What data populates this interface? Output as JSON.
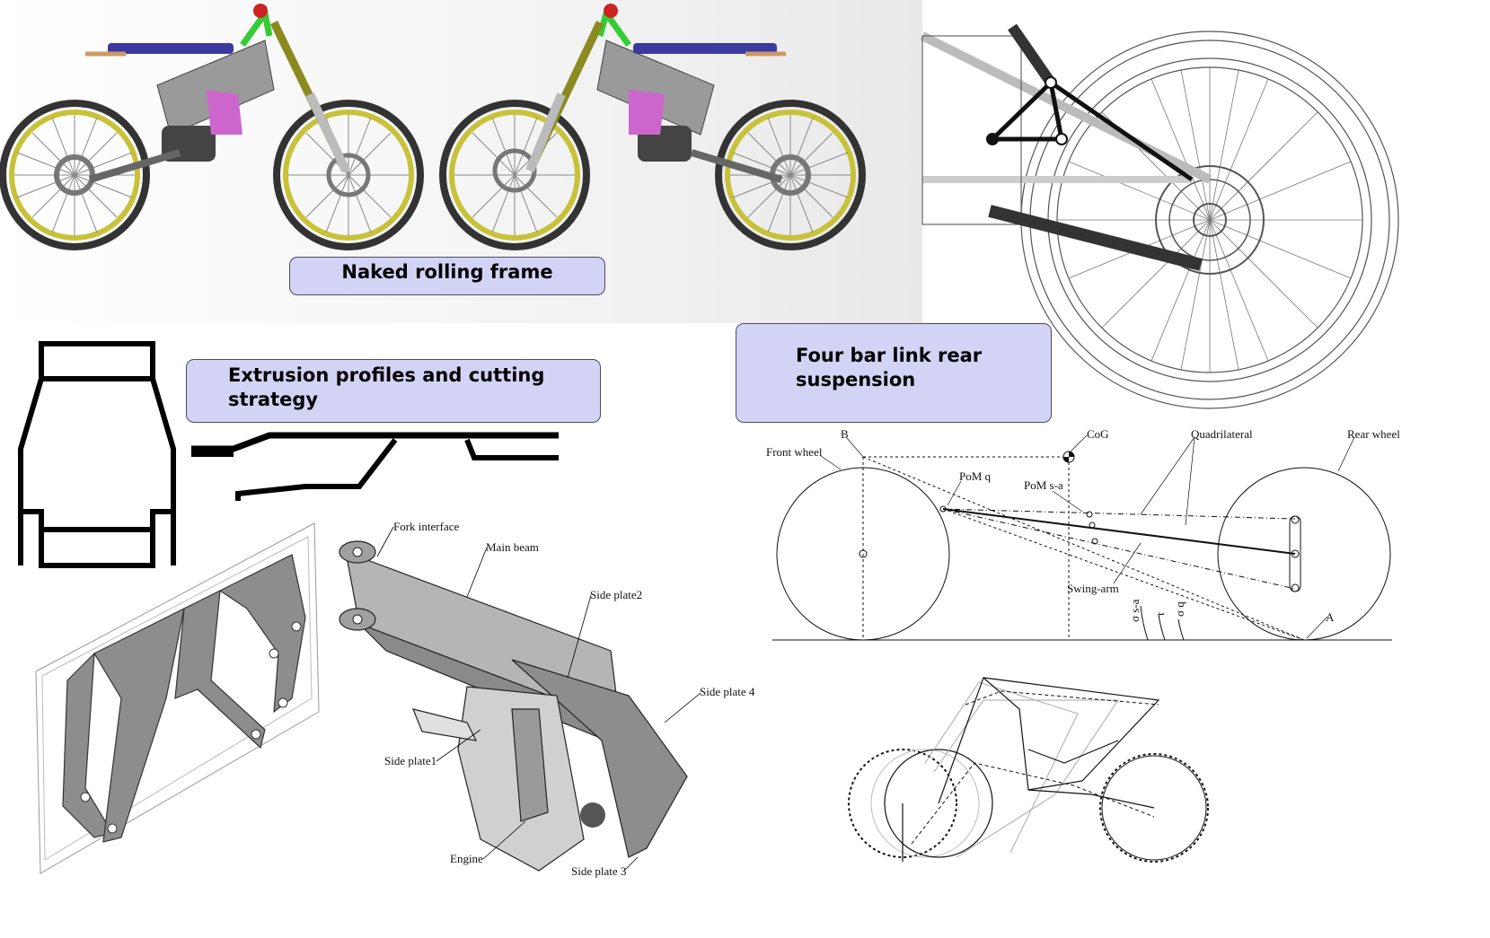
{
  "callouts": {
    "rolling_frame": "Naked rolling frame",
    "extrusion": "Extrusion profiles and cutting strategy",
    "suspension": "Four bar link rear suspension"
  },
  "frame_labels": {
    "fork_interface": "Fork interface",
    "main_beam": "Main beam",
    "side_plate2": "Side plate2",
    "side_plate4": "Side plate 4",
    "side_plate1": "Side plate1",
    "engine": "Engine",
    "side_plate3": "Side plate 3"
  },
  "diagram_labels": {
    "b": "B",
    "cog": "CoG",
    "quadrilateral": "Quadrilateral",
    "rear_wheel": "Rear wheel",
    "front_wheel": "Front wheel",
    "pom_q": "PoM q",
    "pom_sa": "PoM s-a",
    "swing_arm": "Swing-arm",
    "sigma_sa": "σ s-a",
    "tau": "τ",
    "sigma_q": "σ q",
    "a": "A"
  },
  "colors": {
    "callout_fill": "#d3d3f5",
    "rim": "#c8c23a",
    "frame_green": "#33cc33",
    "side_purple": "#cc66cc",
    "seat_blue": "#3a3aa0",
    "beam_gray": "#9a9a9a"
  }
}
